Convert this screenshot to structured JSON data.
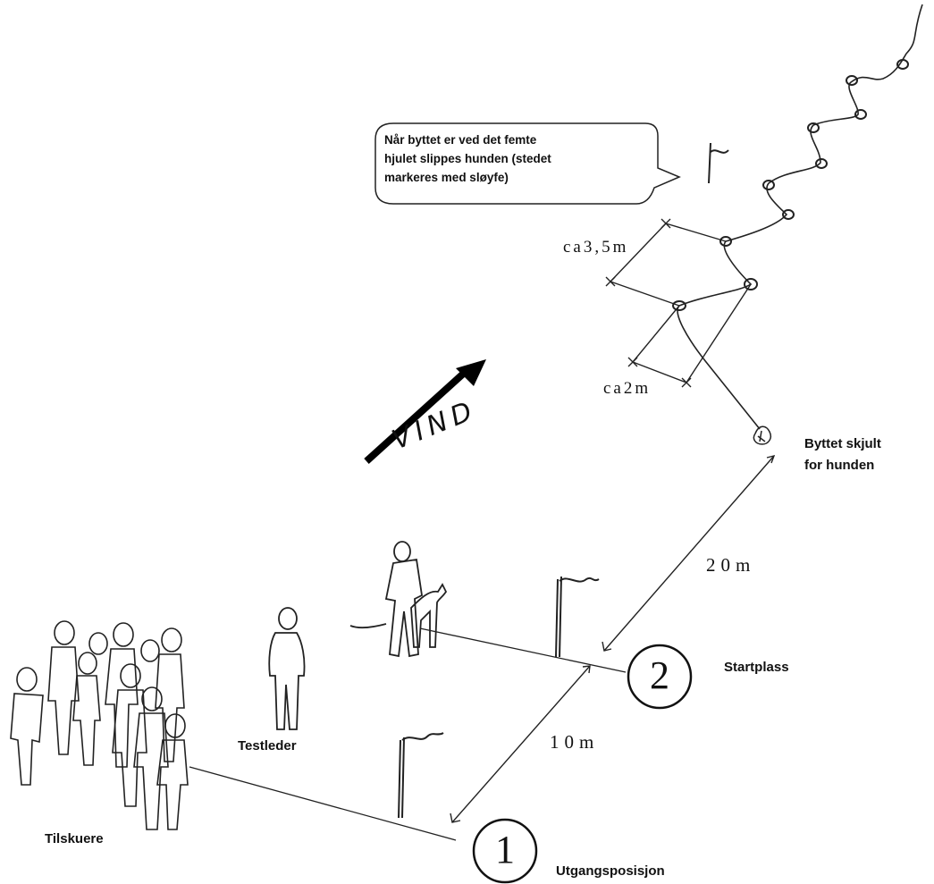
{
  "callout": {
    "line1": "Når byttet er ved det femte",
    "line2": "hjulet slippes hunden (stedet",
    "line3": "markeres med sløyfe)"
  },
  "labels": {
    "wind": "VIND",
    "hidden_prey_1": "Byttet skjult",
    "hidden_prey_2": "for hunden",
    "start_place": "Startplass",
    "test_leader": "Testleder",
    "spectators": "Tilskuere",
    "initial_position": "Utgangsposisjon"
  },
  "measurements": {
    "spacing_wide": "ca3,5m",
    "spacing_narrow": "ca2m",
    "distance_20": "20m",
    "distance_10": "10m"
  },
  "markers": {
    "position_1": "1",
    "position_2": "2"
  }
}
